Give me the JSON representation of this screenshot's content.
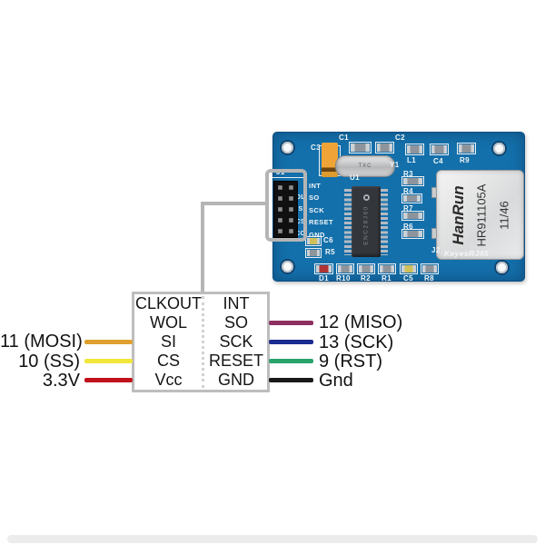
{
  "module": {
    "name": "ENC28J60 Ethernet module",
    "board_color": "#1470ab",
    "refs": {
      "c1": "C1",
      "c2": "C2",
      "c3": "C3",
      "l1": "L1",
      "c4": "C4",
      "r9": "R9",
      "y1": "Y1",
      "u1": "U1",
      "r3": "R3",
      "r4": "R4",
      "r7": "R7",
      "r6": "R6",
      "c6": "C6",
      "r5": "R5",
      "d1": "D1",
      "r10": "R10",
      "r2": "R2",
      "r1": "R1",
      "c5": "C5",
      "r8": "R8"
    },
    "j1": {
      "label": "J1",
      "pins_right": [
        "INT",
        "SO",
        "SCK",
        "RESET",
        "GND"
      ],
      "pins_left": [
        "WOL",
        "SI",
        "CS",
        "VCC"
      ]
    },
    "ic": {
      "label": "U1",
      "part": "ENC28J60"
    },
    "crystal": {
      "label": "Y1",
      "marking": "TXC"
    },
    "rj45": {
      "label": "J2",
      "brand": "HanRun",
      "part": "HR911105A",
      "date": "11/46",
      "caption": "KeyesRJ45"
    }
  },
  "callout": {
    "color": "#b5b5b5"
  },
  "pinout_table": {
    "left_column": [
      "CLKOUT",
      "WOL",
      "SI",
      "CS",
      "Vcc"
    ],
    "right_column": [
      "INT",
      "SO",
      "SCK",
      "RESET",
      "GND"
    ]
  },
  "left_connections": [
    {
      "label": "11 (MOSI)",
      "wire_color": "#dfa02f",
      "target_pin": "SI"
    },
    {
      "label": "10 (SS)",
      "wire_color": "#f2e63a",
      "target_pin": "CS"
    },
    {
      "label": "3.3V",
      "wire_color": "#c1121c",
      "target_pin": "Vcc"
    }
  ],
  "right_connections": [
    {
      "label": "12 (MISO)",
      "wire_color": "#8e2f62",
      "target_pin": "SO"
    },
    {
      "label": "13 (SCK)",
      "wire_color": "#1b2b90",
      "target_pin": "SCK"
    },
    {
      "label": "9 (RST)",
      "wire_color": "#2aa36b",
      "target_pin": "RESET"
    },
    {
      "label": "Gnd",
      "wire_color": "#1a1a1a",
      "target_pin": "GND"
    }
  ]
}
